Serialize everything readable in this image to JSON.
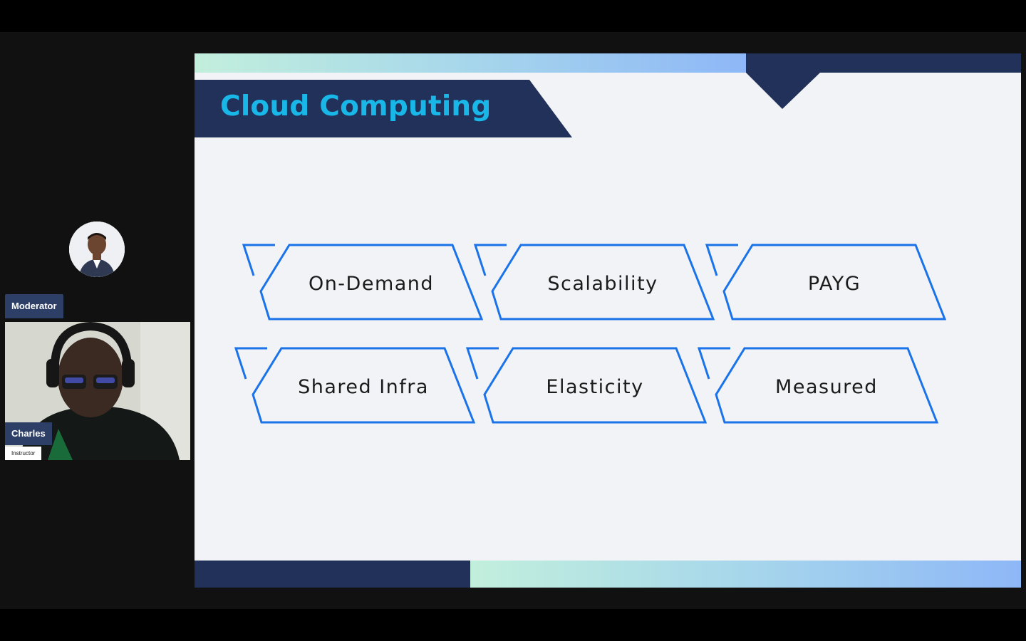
{
  "participants": {
    "moderator_role": "Moderator",
    "instructor_name": "Charles",
    "instructor_role": "Instructor"
  },
  "slide": {
    "title": "Cloud Computing",
    "tiles": [
      {
        "label": "On-Demand"
      },
      {
        "label": "Scalability"
      },
      {
        "label": "PAYG"
      },
      {
        "label": "Shared Infra"
      },
      {
        "label": "Elasticity"
      },
      {
        "label": "Measured"
      }
    ]
  },
  "colors": {
    "title": "#18b7e8",
    "navy": "#223159",
    "tile_outline": "#1a73e8",
    "slide_background": "#f1f3f6"
  }
}
